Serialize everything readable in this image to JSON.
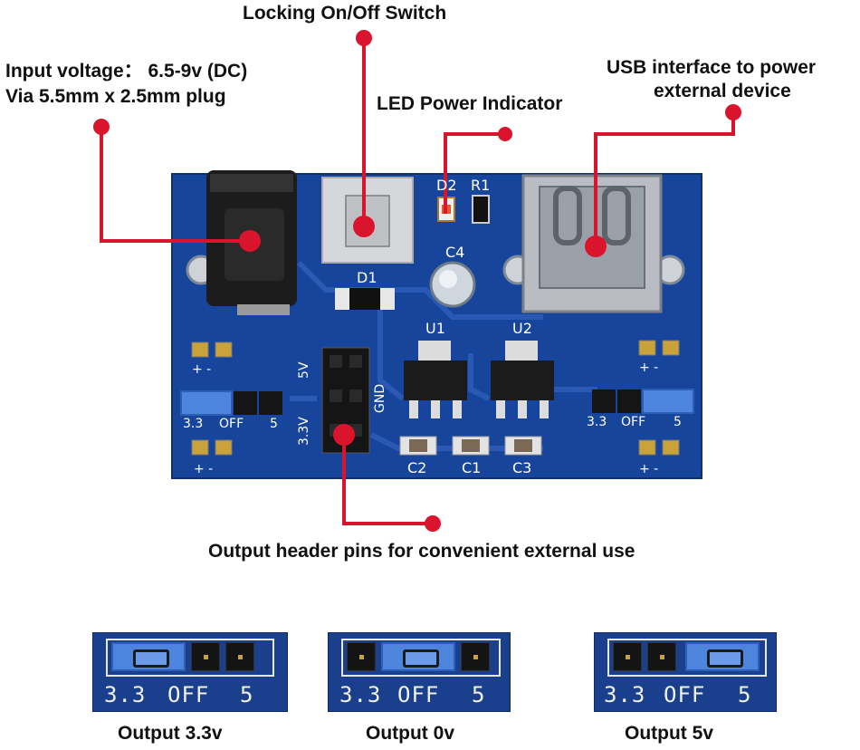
{
  "callouts": {
    "switch": "Locking On/Off Switch",
    "input_line1": "Input voltage： 6.5-9v (DC)",
    "input_line2": "Via 5.5mm x 2.5mm plug",
    "led": "LED Power Indicator",
    "usb_line1": "USB interface to power",
    "usb_line2": "external device",
    "header": "Output header pins for convenient external use"
  },
  "board_labels": {
    "d2": "D2",
    "r1": "R1",
    "c4": "C4",
    "d1": "D1",
    "u1": "U1",
    "u2": "U2",
    "c2": "C2",
    "c1": "C1",
    "c3": "C3",
    "v5": "5V",
    "v33": "3.3V",
    "gnd": "GND",
    "left_33": "3.3",
    "left_off": "OFF",
    "left_5": "5",
    "right_33": "3.3",
    "right_off": "OFF",
    "right_5": "5",
    "plus_minus": "+ -"
  },
  "panels": [
    {
      "l1": "3.3",
      "l2": "OFF",
      "l3": "5",
      "caption": "Output 3.3v"
    },
    {
      "l1": "3.3",
      "l2": "OFF",
      "l3": "5",
      "caption": "Output 0v"
    },
    {
      "l1": "3.3",
      "l2": "OFF",
      "l3": "5",
      "caption": "Output 5v"
    }
  ],
  "colors": {
    "pcb": "#17459c",
    "callout_dot": "#d9142c",
    "jumper": "#4d84dd"
  }
}
